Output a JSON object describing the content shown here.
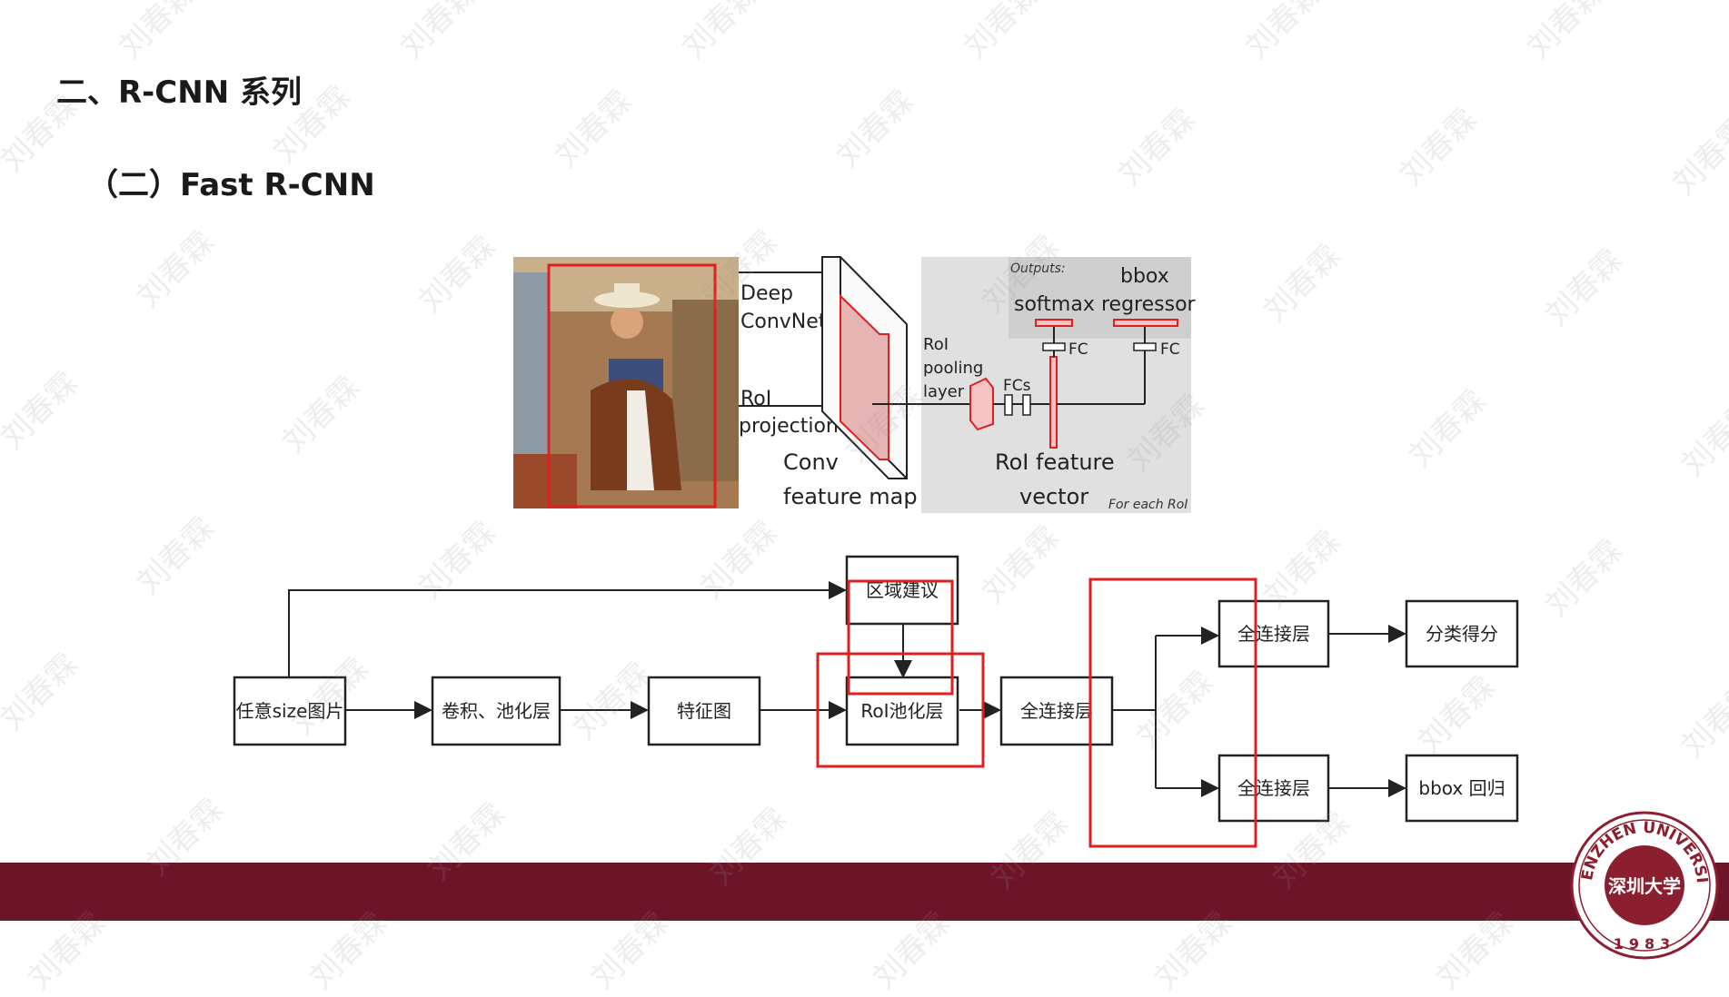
{
  "heading": "二、R-CNN 系列",
  "subheading": "（二）Fast R-CNN",
  "watermark": "刘春霖",
  "colors": {
    "band": "#6d1528",
    "highlight": "#e02020",
    "panel": "#e0e0e0"
  },
  "arch": {
    "deep": "Deep",
    "convnet": "ConvNet",
    "roi": "RoI",
    "projection": "projection",
    "conv": "Conv",
    "feature_map": "feature map",
    "pool_roi": "RoI",
    "pool_pooling": "pooling",
    "pool_layer": "layer",
    "fcs": "FCs",
    "roi_feature": "RoI feature",
    "vector": "vector",
    "outputs": "Outputs:",
    "softmax": "softmax",
    "bbox": "bbox",
    "regressor": "regressor",
    "fc": "FC",
    "for_each": "For each RoI"
  },
  "flow": {
    "input": "任意size图片",
    "conv_pool": "卷积、池化层",
    "feature_map": "特征图",
    "region_proposal": "区域建议",
    "roi_pool": "RoI池化层",
    "fc1": "全连接层",
    "fc_top": "全连接层",
    "fc_bottom": "全连接层",
    "cls_score": "分类得分",
    "bbox_reg": "bbox 回归"
  },
  "logo": {
    "text": "SHENZHEN UNIVERSITY",
    "year": "1983",
    "seal": "深圳大学"
  }
}
